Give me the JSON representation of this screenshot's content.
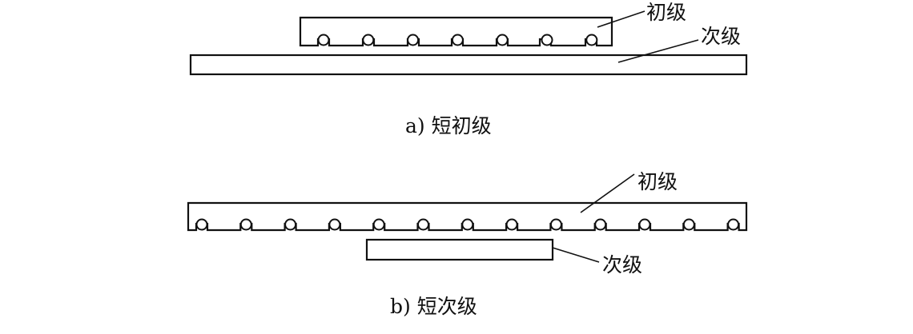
{
  "panel_a": {
    "caption": "a) 短初级",
    "primary_label": "初级",
    "secondary_label": "次级",
    "coil_count": 7
  },
  "panel_b": {
    "caption": "b) 短次级",
    "primary_label": "初级",
    "secondary_label": "次级",
    "coil_count": 13
  }
}
